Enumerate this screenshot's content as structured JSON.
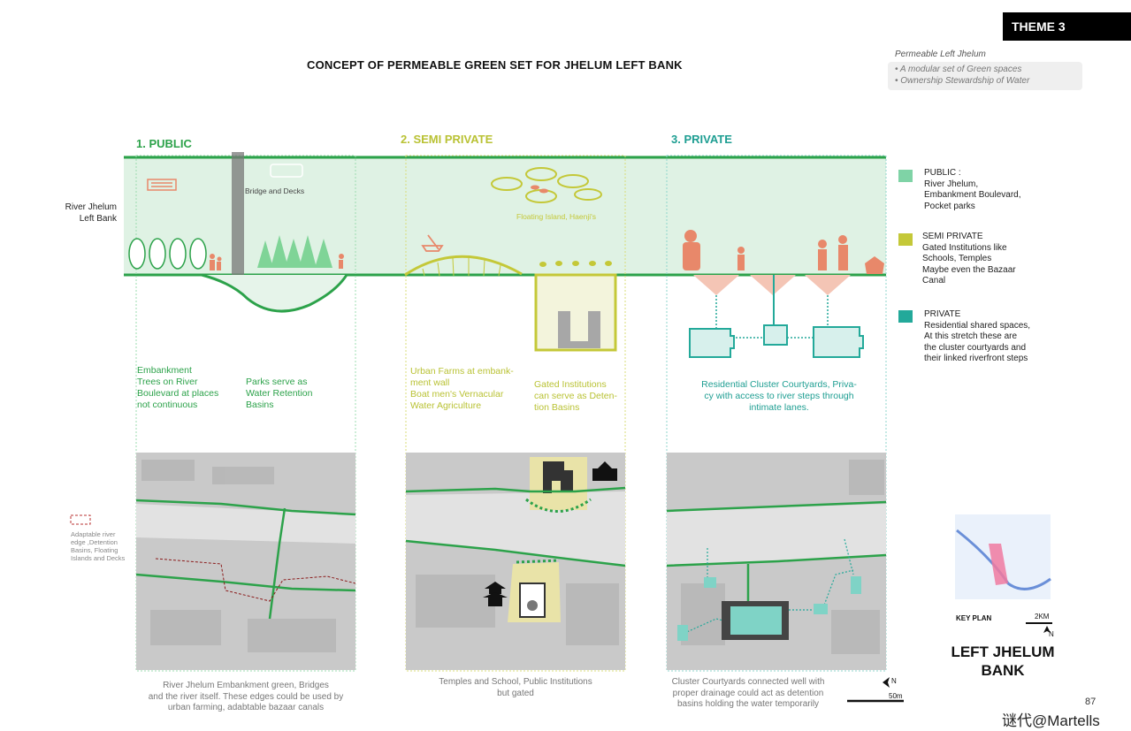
{
  "badge": "THEME 3",
  "title": "CONCEPT OF  PERMEABLE GREEN SET FOR JHELUM LEFT BANK",
  "subtitle_block": {
    "heading": "Permeable Left Jhelum",
    "items": [
      "• A modular set of Green spaces",
      "• Ownership Stewardship of Water"
    ]
  },
  "river_label": "River Jhelum\nLeft Bank",
  "sections": {
    "public": {
      "heading": "1. PUBLIC",
      "bridge_label": "Bridge and Decks",
      "note_a": "Embankment\nTrees on River\nBoulevard at places\nnot continuous",
      "note_b": "Parks serve as\nWater Retention\nBasins",
      "caption": "River Jhelum Embankment green, Bridges\nand the river itself. These edges could be used by\nurban farming, adabtable bazaar canals"
    },
    "semi_private": {
      "heading": "2. SEMI PRIVATE",
      "floating_label": "Floating Island, Haenji's",
      "note_a": "Urban Farms at embank-\nment wall\nBoat men's  Vernacular\nWater Agriculture",
      "note_b": "Gated Institutions\ncan serve as Deten-\ntion Basins",
      "caption": "Temples and School, Public Institutions\nbut gated"
    },
    "private": {
      "heading": "3. PRIVATE",
      "note": "Residential Cluster Courtyards,  Priva-\ncy with access to river steps through\nintimate lanes.",
      "caption": "Cluster Courtyards connected well with\nproper drainage could act as detention\nbasins holding the water temporarily"
    }
  },
  "legend": [
    {
      "color": "#7fd3a6",
      "text": "PUBLIC :\nRiver Jhelum,\nEmbankment Boulevard,\nPocket parks"
    },
    {
      "color": "#c4c838",
      "text": "SEMI PRIVATE\nGated Institutions like\nSchools, Temples\nMaybe even the Bazaar\nCanal"
    },
    {
      "color": "#23a99a",
      "text": "PRIVATE\nResidential shared spaces,\nAt this stretch these are\nthe cluster courtyards and\ntheir linked riverfront steps"
    }
  ],
  "side_note": "Adaptable river\nedge ,Detention\nBasins, Floating\nIslands and Decks",
  "key_plan": {
    "label": "KEY PLAN",
    "scale": "2KM",
    "north": "N"
  },
  "north_small": "N",
  "scale_small": "50m",
  "location_title": "LEFT JHELUM\nBANK",
  "page_number": "87",
  "watermark": "谜代@Martells",
  "colors": {
    "green": "#2ca24a",
    "olive": "#b9c234",
    "teal": "#1e9e92",
    "band": "#dff2e4",
    "orange": "#e8886a"
  }
}
